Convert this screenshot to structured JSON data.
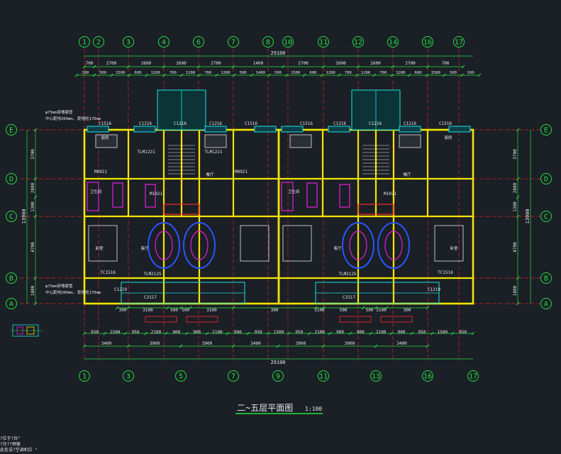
{
  "drawing": {
    "title": "二~五层平面图",
    "scale": "1:100",
    "colors": {
      "background": "#1b1f26",
      "wall": "#f2e600",
      "axis": "#d22",
      "dim": "#22e040",
      "white": "#e8e8e8",
      "cyan": "#19e3e8",
      "magenta": "#e020e0",
      "blue": "#2a54ff",
      "red": "#ff2a2a"
    },
    "overall_dimension_top": "29100",
    "overall_dimension_bottom": "29100",
    "overall_dimension_left": "13000",
    "overall_dimension_right": "13000",
    "grid_top": [
      "1",
      "2",
      "3",
      "4",
      "6",
      "7",
      "8",
      "10",
      "11",
      "12",
      "14",
      "16",
      "17"
    ],
    "grid_bottom": [
      "1",
      "3",
      "5",
      "7",
      "9",
      "11",
      "13",
      "16",
      "17"
    ],
    "grid_left": [
      "E",
      "D",
      "C",
      "B",
      "A"
    ],
    "grid_right": [
      "E",
      "D",
      "C",
      "B",
      "A"
    ],
    "dims_top_row1": [
      "700",
      "2700",
      "2600",
      "2600",
      "2700",
      "1400",
      "2700",
      "2600",
      "2600",
      "2700",
      "700"
    ],
    "dims_top_row2": [
      "100",
      "500",
      "1500",
      "600",
      "1200",
      "700",
      "1200",
      "700",
      "1200",
      "500",
      "1400",
      "500",
      "1500",
      "600",
      "1200",
      "700",
      "1200",
      "700",
      "1200",
      "600",
      "1500",
      "500",
      "100"
    ],
    "dims_bottom_row1": [
      "950",
      "1500",
      "950",
      "2100",
      "900",
      "900",
      "2100",
      "900",
      "950",
      "1500",
      "950",
      "2100",
      "900",
      "900",
      "2100",
      "900",
      "950",
      "1500",
      "950"
    ],
    "dims_bottom_row2": [
      "3400",
      "3900",
      "3900",
      "3400",
      "3900",
      "3900",
      "3400"
    ],
    "dims_bottom_detail": [
      "300",
      "3100",
      "500",
      "500",
      "3100",
      "300",
      "3100",
      "500",
      "500",
      "3100",
      "300"
    ],
    "dims_left": [
      "3700",
      "2800",
      "1300",
      "4700",
      "1800"
    ],
    "dims_right": [
      "3700",
      "2800",
      "1300",
      "4700",
      "1800"
    ],
    "windows": [
      "C1516",
      "C1216",
      "C1216",
      "C1216",
      "C1516",
      "C1516",
      "C1216",
      "C1216",
      "C1216",
      "C1516"
    ],
    "doors": [
      "TLM1221",
      "TLM1221",
      "M0921",
      "M0921",
      "M1021",
      "M1021",
      "TLM2125",
      "TLM2125",
      "TC1516",
      "TC1516",
      "C3117",
      "C3117",
      "C1219",
      "C1219"
    ],
    "notes_left": [
      "φ75mm穿墙套管",
      "中心距地200mm, 距墙柱170mm"
    ],
    "room_labels": [
      "卧室",
      "卧室",
      "客厅",
      "客厅",
      "厨房",
      "厨房",
      "卫生间",
      "卫生间",
      "餐厅",
      "餐厅"
    ],
    "bottom_notes": [
      "?位于?台°",
      "?台??预留",
      "此处设?空调机位 °"
    ]
  }
}
